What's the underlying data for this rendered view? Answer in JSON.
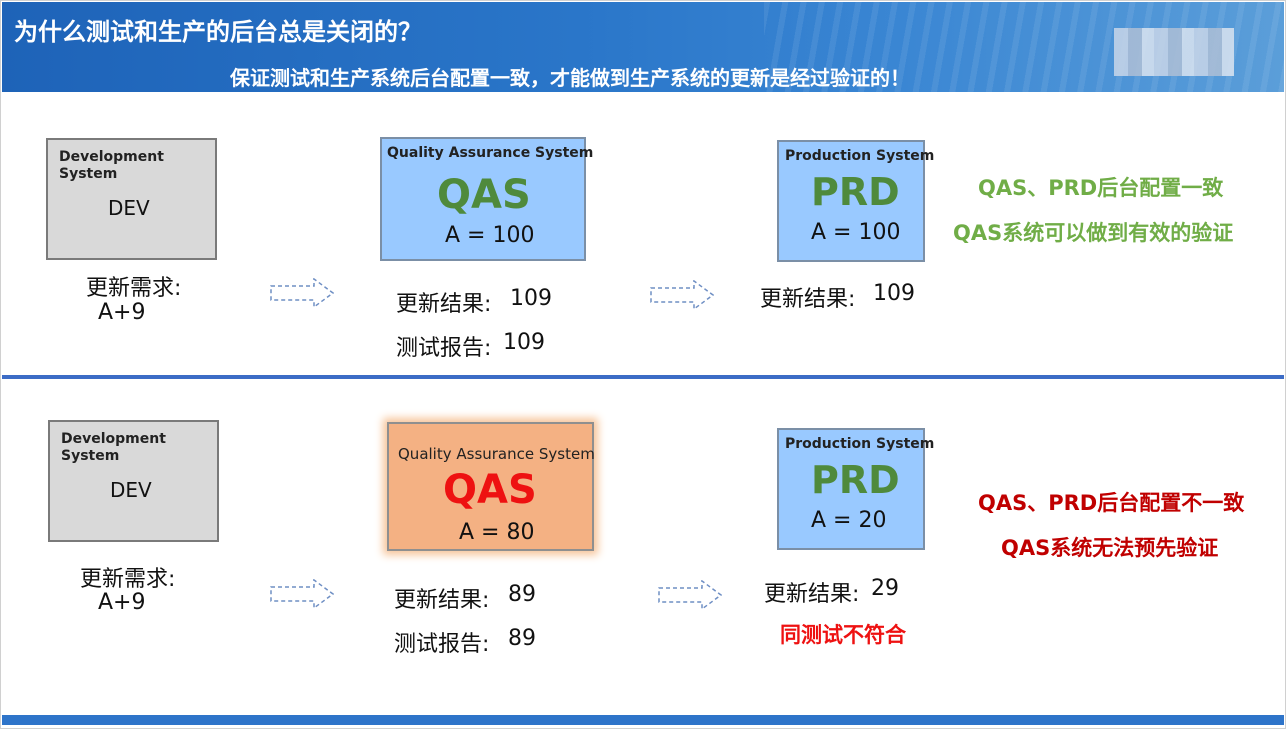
{
  "header": {
    "title": "为什么测试和生产的后台总是关闭的？",
    "subtitle": "保证测试和生产系统后台配置一致，才能做到生产系统的更新是经过验证的！"
  },
  "colors": {
    "header_blue": "#2a76c9",
    "dev_gray": "#d9d9d9",
    "system_blue": "#99c9ff",
    "qas_orange": "#f4b183",
    "ok_green": "#70ad47",
    "bad_red": "#c00000"
  },
  "scenario_ok": {
    "dev": {
      "name_line1": "Development",
      "name_line2": "System",
      "label": "DEV",
      "update_label": "更新需求:",
      "update_value": "A+9"
    },
    "qas": {
      "name": "Quality Assurance System",
      "label": "QAS",
      "value": "A = 100",
      "result_label": "更新结果:",
      "result_value": "109",
      "report_label": "测试报告:",
      "report_value": "109"
    },
    "prd": {
      "name": "Production System",
      "label": "PRD",
      "value": "A = 100",
      "result_label": "更新结果:",
      "result_value": "109"
    },
    "note_line1": "QAS、PRD后台配置一致",
    "note_line2": "QAS系统可以做到有效的验证"
  },
  "scenario_bad": {
    "dev": {
      "name_line1": "Development",
      "name_line2": "System",
      "label": "DEV",
      "update_label": "更新需求:",
      "update_value": "A+9"
    },
    "qas": {
      "name": "Quality Assurance System",
      "label": "QAS",
      "value": "A = 80",
      "result_label": "更新结果:",
      "result_value": "89",
      "report_label": "测试报告:",
      "report_value": "89"
    },
    "prd": {
      "name": "Production System",
      "label": "PRD",
      "value": "A = 20",
      "result_label": "更新结果:",
      "result_value": "29",
      "warning": "同测试不符合"
    },
    "note_line1": "QAS、PRD后台配置不一致",
    "note_line2": "QAS系统无法预先验证"
  }
}
